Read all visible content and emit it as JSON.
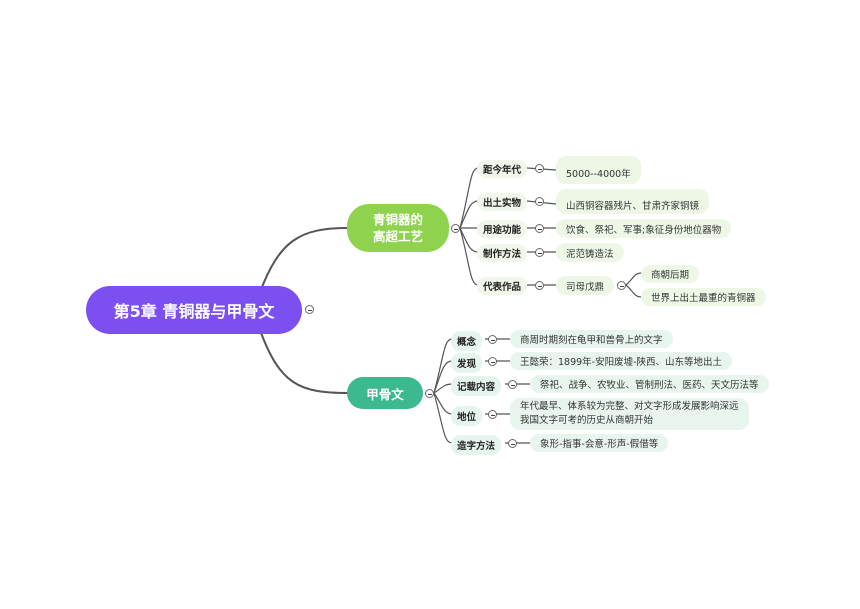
{
  "root": {
    "title": "第5章 青铜器与甲骨文"
  },
  "bronze": {
    "title_line1": "青铜器的",
    "title_line2": "高超工艺",
    "items": [
      {
        "label": "距今年代",
        "values": [
          "5000--4000年"
        ]
      },
      {
        "label": "出土实物",
        "values": [
          "山西铜容器残片、甘肃齐家铜镜"
        ]
      },
      {
        "label": "用途功能",
        "values": [
          "饮食、祭祀、军事;象征身份地位器物"
        ]
      },
      {
        "label": "制作方法",
        "values": [
          "泥范铸造法"
        ]
      },
      {
        "label": "代表作品",
        "values": [
          "司母戊鼎"
        ],
        "sub": [
          "商朝后期",
          "世界上出土最重的青铜器"
        ]
      }
    ]
  },
  "oracle": {
    "title": "甲骨文",
    "items": [
      {
        "label": "概念",
        "values": [
          "商周时期刻在龟甲和兽骨上的文字"
        ]
      },
      {
        "label": "发现",
        "values": [
          "王懿荣：1899年-安阳废墟-陕西、山东等地出土"
        ]
      },
      {
        "label": "记载内容",
        "values": [
          "祭祀、战争、农牧业、管制刑法、医药、天文历法等"
        ]
      },
      {
        "label": "地位",
        "values": [
          "年代最早、体系较为完整、对文字形成发展影响深远",
          "我国文字可考的历史从商朝开始"
        ]
      },
      {
        "label": "造字方法",
        "values": [
          "象形-指事-会意-形声-假借等"
        ]
      }
    ]
  }
}
